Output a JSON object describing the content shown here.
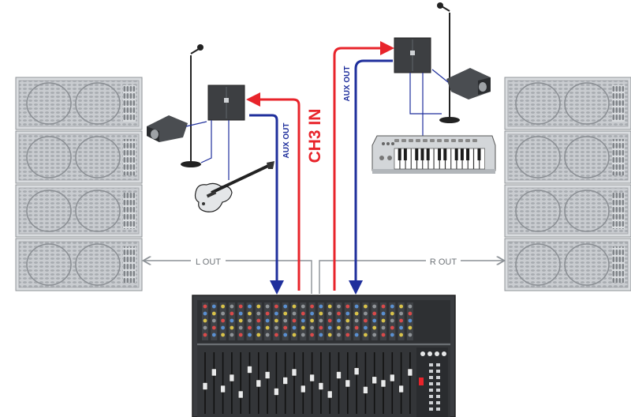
{
  "labels": {
    "ch3_in": "CH3 IN",
    "aux_out_left": "AUX OUT",
    "aux_out_right": "AUX OUT",
    "l_out": "L OUT",
    "r_out": "R OUT"
  },
  "colors": {
    "signal_in": "#e8242b",
    "aux_out": "#1f2f9c",
    "main_out": "#8c9196",
    "speaker_body": "#d9dcdf",
    "speaker_grille": "#b9bdc1",
    "mixer_body": "#3a3c40",
    "monitor_box": "#3d3f42"
  },
  "devices": [
    {
      "id": "pa-left",
      "name": "speaker-stack-left",
      "cabinets": 4
    },
    {
      "id": "pa-right",
      "name": "speaker-stack-right",
      "cabinets": 4
    },
    {
      "id": "mixer",
      "name": "mixing-console",
      "channels": 24
    },
    {
      "id": "amp-left",
      "name": "personal-monitor-left"
    },
    {
      "id": "amp-right",
      "name": "personal-monitor-right"
    }
  ]
}
